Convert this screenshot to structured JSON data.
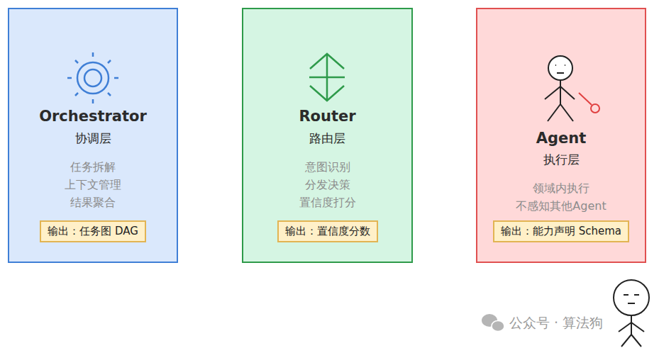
{
  "diagram": {
    "nodes": [
      {
        "text": [
          "Orchestrator",
          "协调层",
          "任务拆解",
          "上下文管理",
          "结果聚合"
        ]
      },
      {
        "text": [
          "输出：任务图 DAG"
        ],
        "in": 0
      },
      {
        "text": [
          "Router",
          "路由层",
          "意图识别",
          "分发决策",
          "置信度打分"
        ]
      },
      {
        "text": [
          "输出：置信度分数"
        ],
        "in": 2
      },
      {
        "text": [
          "Agent",
          "执行层",
          "领域内执行",
          "不感知其他Agent"
        ]
      },
      {
        "text": [
          "输出：能力声明 Schema"
        ],
        "in": 4
      }
    ],
    "labels": [
      "公众号 · 算法狗"
    ]
  }
}
